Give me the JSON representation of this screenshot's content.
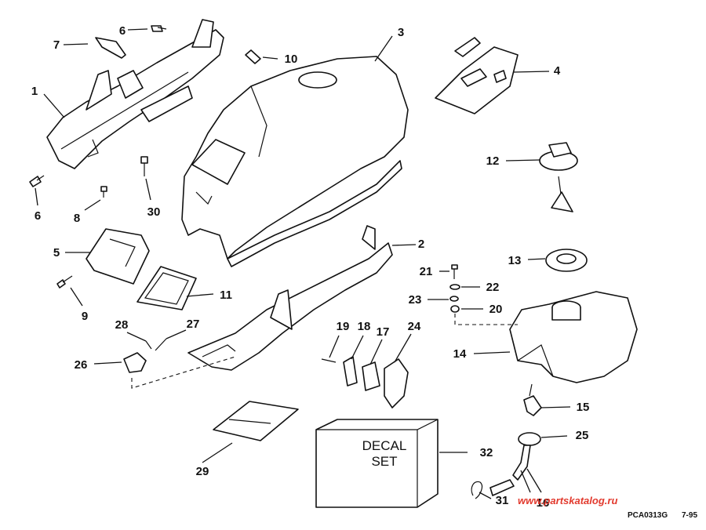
{
  "callouts": {
    "n1": "1",
    "n2": "2",
    "n3": "3",
    "n4": "4",
    "n5": "5",
    "n6a": "6",
    "n6b": "6",
    "n7": "7",
    "n8": "8",
    "n9": "9",
    "n10": "10",
    "n11": "11",
    "n12": "12",
    "n13": "13",
    "n14": "14",
    "n15": "15",
    "n16": "16",
    "n17": "17",
    "n18": "18",
    "n19": "19",
    "n20": "20",
    "n21": "21",
    "n22": "22",
    "n23": "23",
    "n24": "24",
    "n25": "25",
    "n26": "26",
    "n27": "27",
    "n28": "28",
    "n29": "29",
    "n30": "30",
    "n31": "31",
    "n32": "32"
  },
  "decal": {
    "line1": "DECAL",
    "line2": "SET"
  },
  "footer": {
    "code": "PCA0313G",
    "date": "7-95",
    "watermark": "www.partskatalog.ru"
  }
}
